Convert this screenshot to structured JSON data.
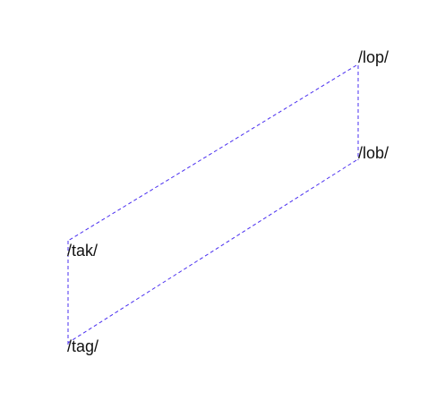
{
  "diagram": {
    "nodes": [
      {
        "id": "lop",
        "label": "/lop/"
      },
      {
        "id": "lob",
        "label": "/lob/"
      },
      {
        "id": "tak",
        "label": "/tak/"
      },
      {
        "id": "tag",
        "label": "/tag/"
      }
    ],
    "edges": [
      {
        "from": "lop",
        "to": "lob"
      },
      {
        "from": "lop",
        "to": "tak"
      },
      {
        "from": "lob",
        "to": "tag"
      },
      {
        "from": "tak",
        "to": "tag"
      }
    ],
    "edge_style": "dashed",
    "edge_color": "#4a2ff0",
    "label_color": "#111111"
  }
}
